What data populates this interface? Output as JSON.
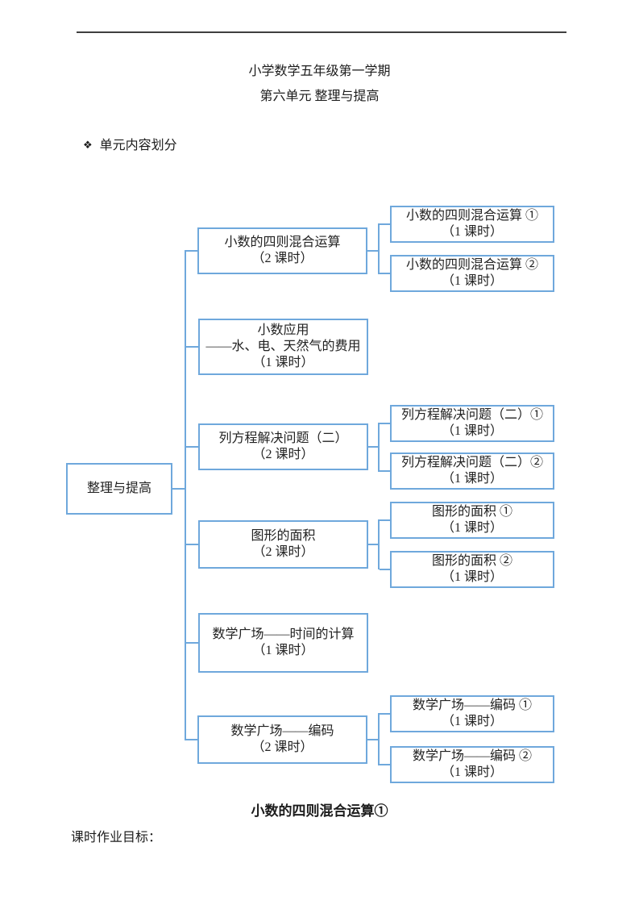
{
  "page": {
    "title": "小学数学五年级第一学期",
    "subtitle": "第六单元 整理与提高",
    "section_bullet": "❖",
    "section_label": "单元内容划分",
    "footer_heading": "小数的四则混合运算①",
    "footer_text": "课时作业目标：",
    "accent_color": "#6fa8dc",
    "rule_color": "#3f3f3f"
  },
  "diagram": {
    "root": {
      "label": "整理与提高"
    },
    "branches": [
      {
        "line1": "小数的四则混合运算",
        "line2": "（2 课时）",
        "children": [
          {
            "line1": "小数的四则混合运算 ①",
            "line2": "（1 课时）"
          },
          {
            "line1": "小数的四则混合运算 ②",
            "line2": "（1 课时）"
          }
        ]
      },
      {
        "line1": "小数应用",
        "line2": "——水、电、天然气的费用",
        "line3": "（1 课时）",
        "children": []
      },
      {
        "line1": "列方程解决问题（二）",
        "line2": "（2 课时）",
        "children": [
          {
            "line1": "列方程解决问题（二）①",
            "line2": "（1 课时）"
          },
          {
            "line1": "列方程解决问题（二）②",
            "line2": "（1 课时）"
          }
        ]
      },
      {
        "line1": "图形的面积",
        "line2": "（2 课时）",
        "children": [
          {
            "line1": "图形的面积 ①",
            "line2": "（1 课时）"
          },
          {
            "line1": "图形的面积 ②",
            "line2": "（1 课时）"
          }
        ]
      },
      {
        "line1": "数学广场——时间的计算",
        "line2": "（1 课时）",
        "children": []
      },
      {
        "line1": "数学广场——编码",
        "line2": "（2 课时）",
        "children": [
          {
            "line1": "数学广场——编码 ①",
            "line2": "（1 课时）"
          },
          {
            "line1": "数学广场——编码 ②",
            "line2": "（1 课时）"
          }
        ]
      }
    ]
  }
}
